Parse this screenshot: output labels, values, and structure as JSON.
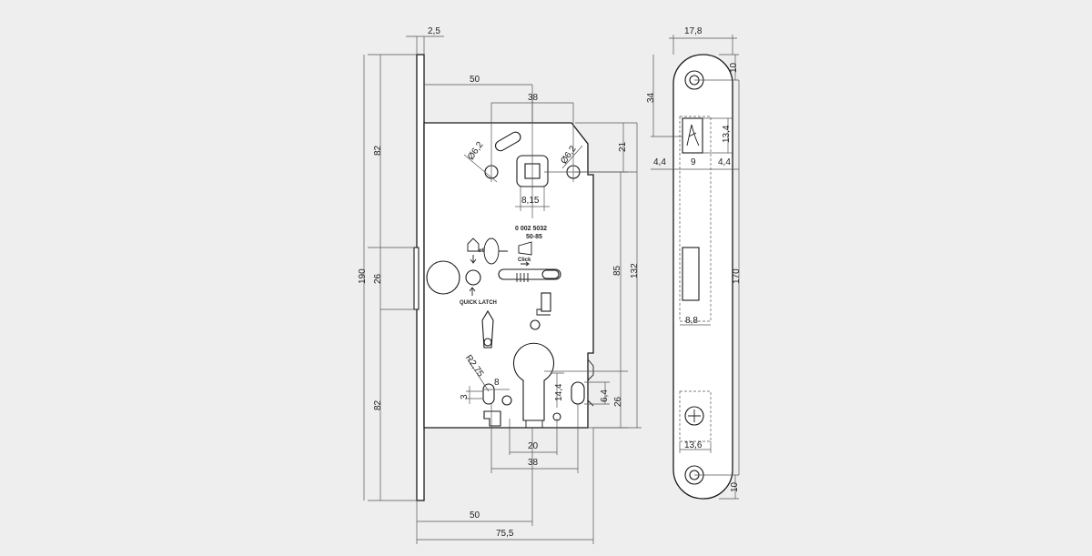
{
  "dimensions": {
    "faceplate_thickness": "2,5",
    "backset_top": "50",
    "spindle_spacing_top": "38",
    "hole_diameter_left": "Ø6,2",
    "hole_diameter_right": "Ø6,2",
    "spindle_to_top": "21",
    "spindle_square": "8,15",
    "center_distance": "85",
    "body_height": "132",
    "faceplate_upper": "82",
    "latch_height": "26",
    "faceplate_lower": "82",
    "faceplate_height": "190",
    "radius": "R2,75",
    "dim_8": "8",
    "dim_3": "3",
    "dim_14_4": "14,4",
    "dim_6_4": "6,4",
    "cylinder_to_bottom": "26",
    "cylinder_width": "20",
    "screw_spacing_bottom": "38",
    "backset_bottom": "50",
    "body_depth": "75,5",
    "strike_width": "17,8",
    "strike_top_edge": "10",
    "strike_latch_offset": "34",
    "latch_slot_height": "13,4",
    "margin_left": "4,4",
    "latch_slot_width": "9",
    "margin_right": "4,4",
    "strike_length": "170",
    "bolt_slot_width": "8,8",
    "screw_slot_width": "13,6",
    "strike_bottom_edge": "10"
  },
  "labels": {
    "article_code": "0  002  5032",
    "variant": "50-85",
    "diameter_mark": "ø8",
    "click_label": "Click",
    "quick_latch": "QUICK LATCH"
  }
}
